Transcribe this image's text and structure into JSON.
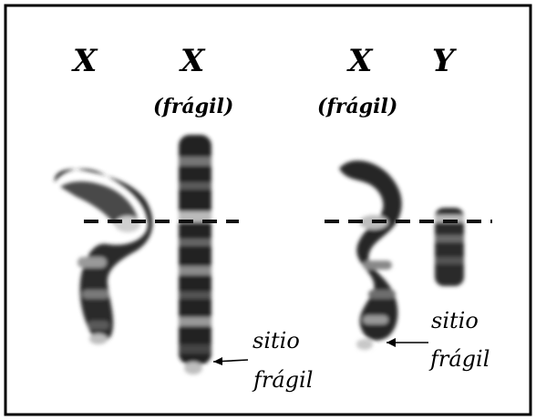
{
  "figure": {
    "labels": {
      "x1": "X",
      "x2": "X",
      "x2_sub": "(frágil)",
      "x3": "X",
      "x3_sub": "(frágil)",
      "y": "Y",
      "site1_line1": "sitio",
      "site1_line2": "frágil",
      "site2_line1": "sitio",
      "site2_line2": "frágil"
    },
    "colors": {
      "frame": "#000000",
      "background": "#ffffff",
      "chromosome_dark": "#1c1c1c",
      "chromosome_light": "#8a8a8a",
      "dashed_line": "#111111"
    }
  }
}
